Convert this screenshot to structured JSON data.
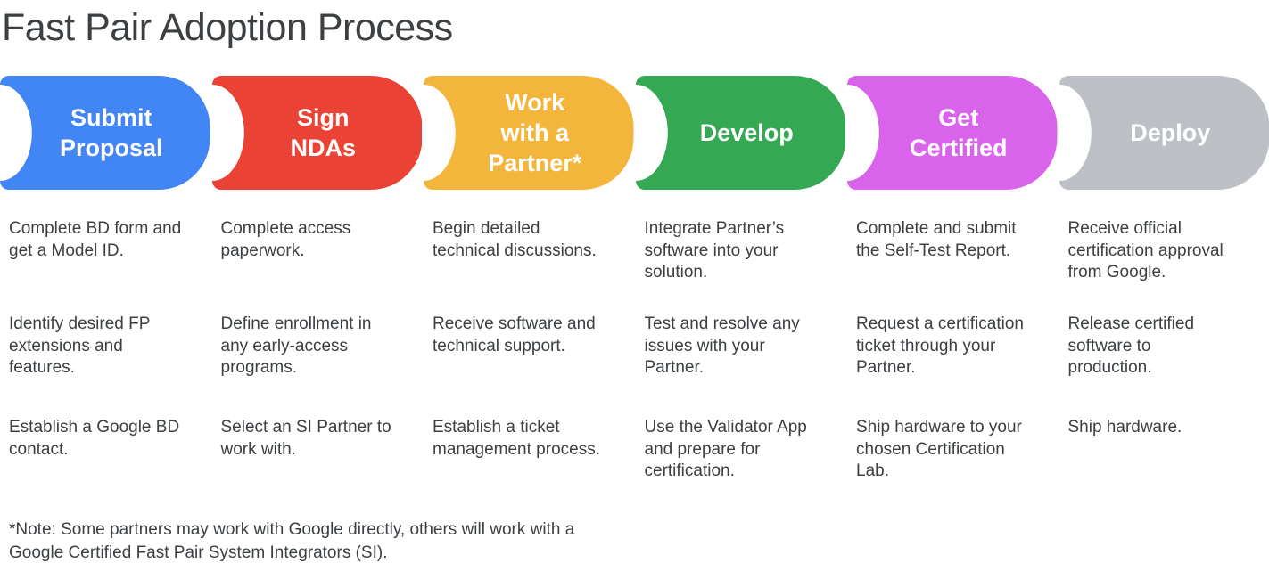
{
  "title": "Fast Pair Adoption Process",
  "steps": [
    {
      "id": "submit-proposal",
      "label": "Submit\nProposal",
      "color": "#4285F4",
      "items": [
        "Complete BD form and\nget a Model ID.",
        "Identify desired FP\nextensions and\nfeatures.",
        "Establish a Google BD\ncontact."
      ]
    },
    {
      "id": "sign-ndas",
      "label": "Sign\nNDAs",
      "color": "#EA4335",
      "items": [
        "Complete access\npaperwork.",
        "Define enrollment in\nany early-access\nprograms.",
        "Select an SI Partner to\nwork with."
      ]
    },
    {
      "id": "work-with-a-partner",
      "label": "Work\nwith a\nPartner*",
      "color": "#F4B53D",
      "items": [
        "Begin detailed\ntechnical discussions.",
        "Receive software and\ntechnical support.",
        "Establish a ticket\nmanagement process."
      ]
    },
    {
      "id": "develop",
      "label": "Develop",
      "color": "#34A853",
      "items": [
        "Integrate Partner’s\nsoftware into your\nsolution.",
        "Test and resolve any\nissues with your\nPartner.",
        "Use the Validator App\nand prepare for\ncertification."
      ]
    },
    {
      "id": "get-certified",
      "label": "Get\nCertified",
      "color": "#D964EB",
      "items": [
        "Complete and submit\nthe Self-Test Report.",
        "Request a certification\nticket through your\nPartner.",
        "Ship hardware to your\nchosen Certification\nLab."
      ]
    },
    {
      "id": "deploy",
      "label": "Deploy",
      "color": "#BDC1C6",
      "items": [
        "Receive official\ncertification approval\nfrom Google.",
        "Release certified\nsoftware to\nproduction.",
        "Ship hardware."
      ]
    }
  ],
  "note": "*Note: Some partners may work with Google directly, others will work with a\nGoogle Certified Fast Pair System Integrators (SI).",
  "shape_colors": {
    "text_dark": "#3c4043",
    "label_text": "#ffffff"
  }
}
